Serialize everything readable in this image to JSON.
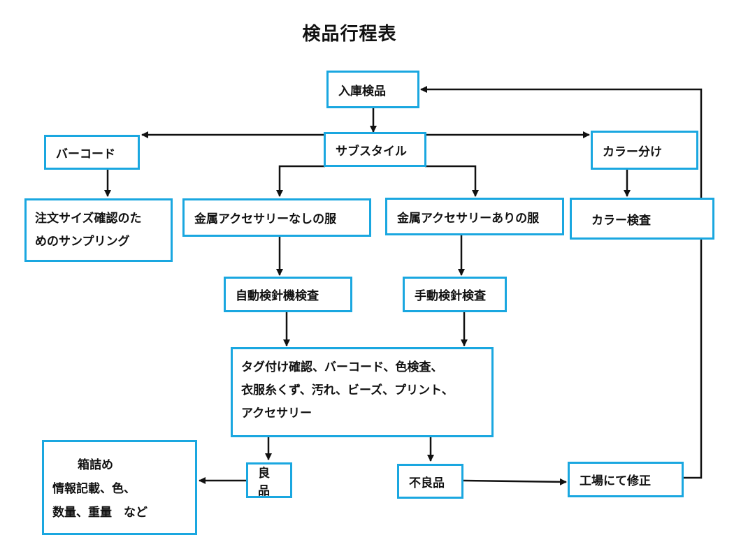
{
  "title": "検品行程表",
  "nodes": {
    "receiving": "入庫検品",
    "barcode": "バーコード",
    "substyle": "サブスタイル",
    "color_sort": "カラー分け",
    "order_size_check": [
      "注文サイズ確認のた",
      "めのサンプリング"
    ],
    "no_metal": "金属アクセサリーなしの服",
    "with_metal": "金属アクセサリーありの服",
    "color_check": "カラー検査",
    "auto_needle": "自動検針機検査",
    "manual_needle": "手動検針検査",
    "main_checks": [
      "タグ付け確認、バーコード、色検査、",
      "衣服糸くず、汚れ、ビーズ、プリント、",
      "アクセサリー"
    ],
    "packing": [
      "箱詰め",
      "情報記載、色、",
      "数量、重量　など"
    ],
    "good": "良品",
    "defective": "不良品",
    "factory_fix": "工場にて修正"
  },
  "colors": {
    "box_border": "#1aa7e0",
    "arrow": "#111111"
  }
}
